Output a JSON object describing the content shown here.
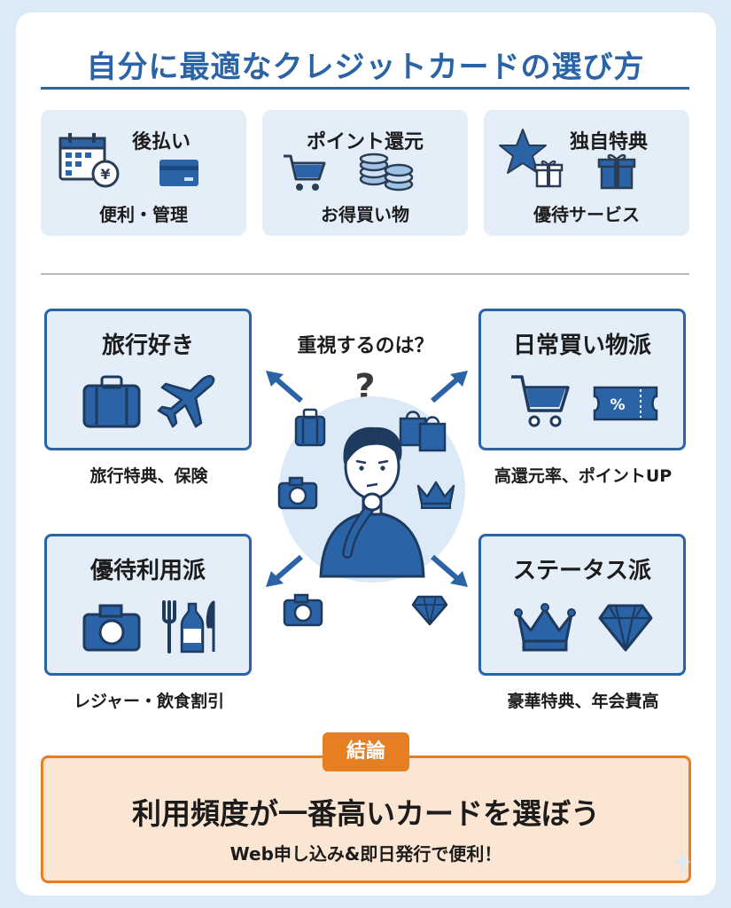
{
  "title": "自分に最適なクレジットカードの選び方",
  "features": [
    {
      "title": "後払い",
      "caption": "便利・管理"
    },
    {
      "title": "ポイント還元",
      "caption": "お得買い物"
    },
    {
      "title": "独自特典",
      "caption": "優待サービス"
    }
  ],
  "center": {
    "question": "重視するのは？",
    "question_mark": "?"
  },
  "personas": [
    {
      "title": "旅行好き",
      "caption": "旅行特典、保険"
    },
    {
      "title": "日常買い物派",
      "caption": "高還元率、ポイントUP"
    },
    {
      "title": "優待利用派",
      "caption": "レジャー・飲食割引"
    },
    {
      "title": "ステータス派",
      "caption": "豪華特典、年会費高"
    }
  ],
  "icons": {
    "ticket_percent": "%",
    "yen": "¥"
  },
  "conclusion": {
    "badge": "結論",
    "main": "利用頻度が一番高いカードを選ぼう",
    "sub": "Web申し込み&即日発行で便利！"
  },
  "colors": {
    "accent": "#2a63a6",
    "panel": "#e3eef9",
    "conclusion_border": "#e67e22",
    "conclusion_fill": "#fbe5d3"
  }
}
